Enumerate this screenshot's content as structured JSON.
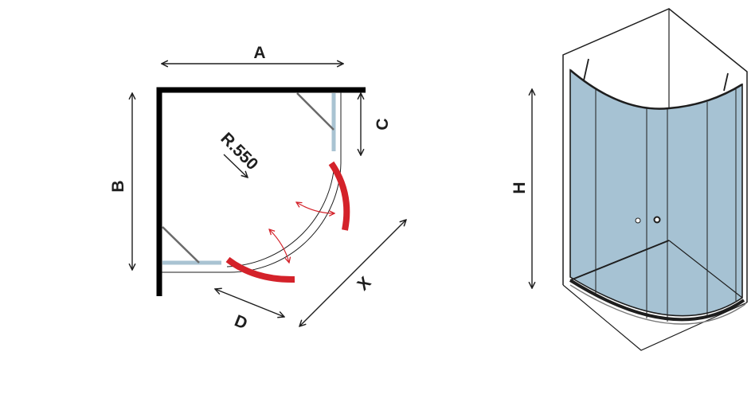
{
  "plan": {
    "label_a": "A",
    "label_b": "B",
    "label_c": "C",
    "label_d": "D",
    "label_x": "X",
    "label_radius": "R.550"
  },
  "elevation": {
    "label_h": "H"
  },
  "colors": {
    "glass": "#a9c3d2",
    "door_swing": "#d4222a",
    "wall": "#000000"
  }
}
